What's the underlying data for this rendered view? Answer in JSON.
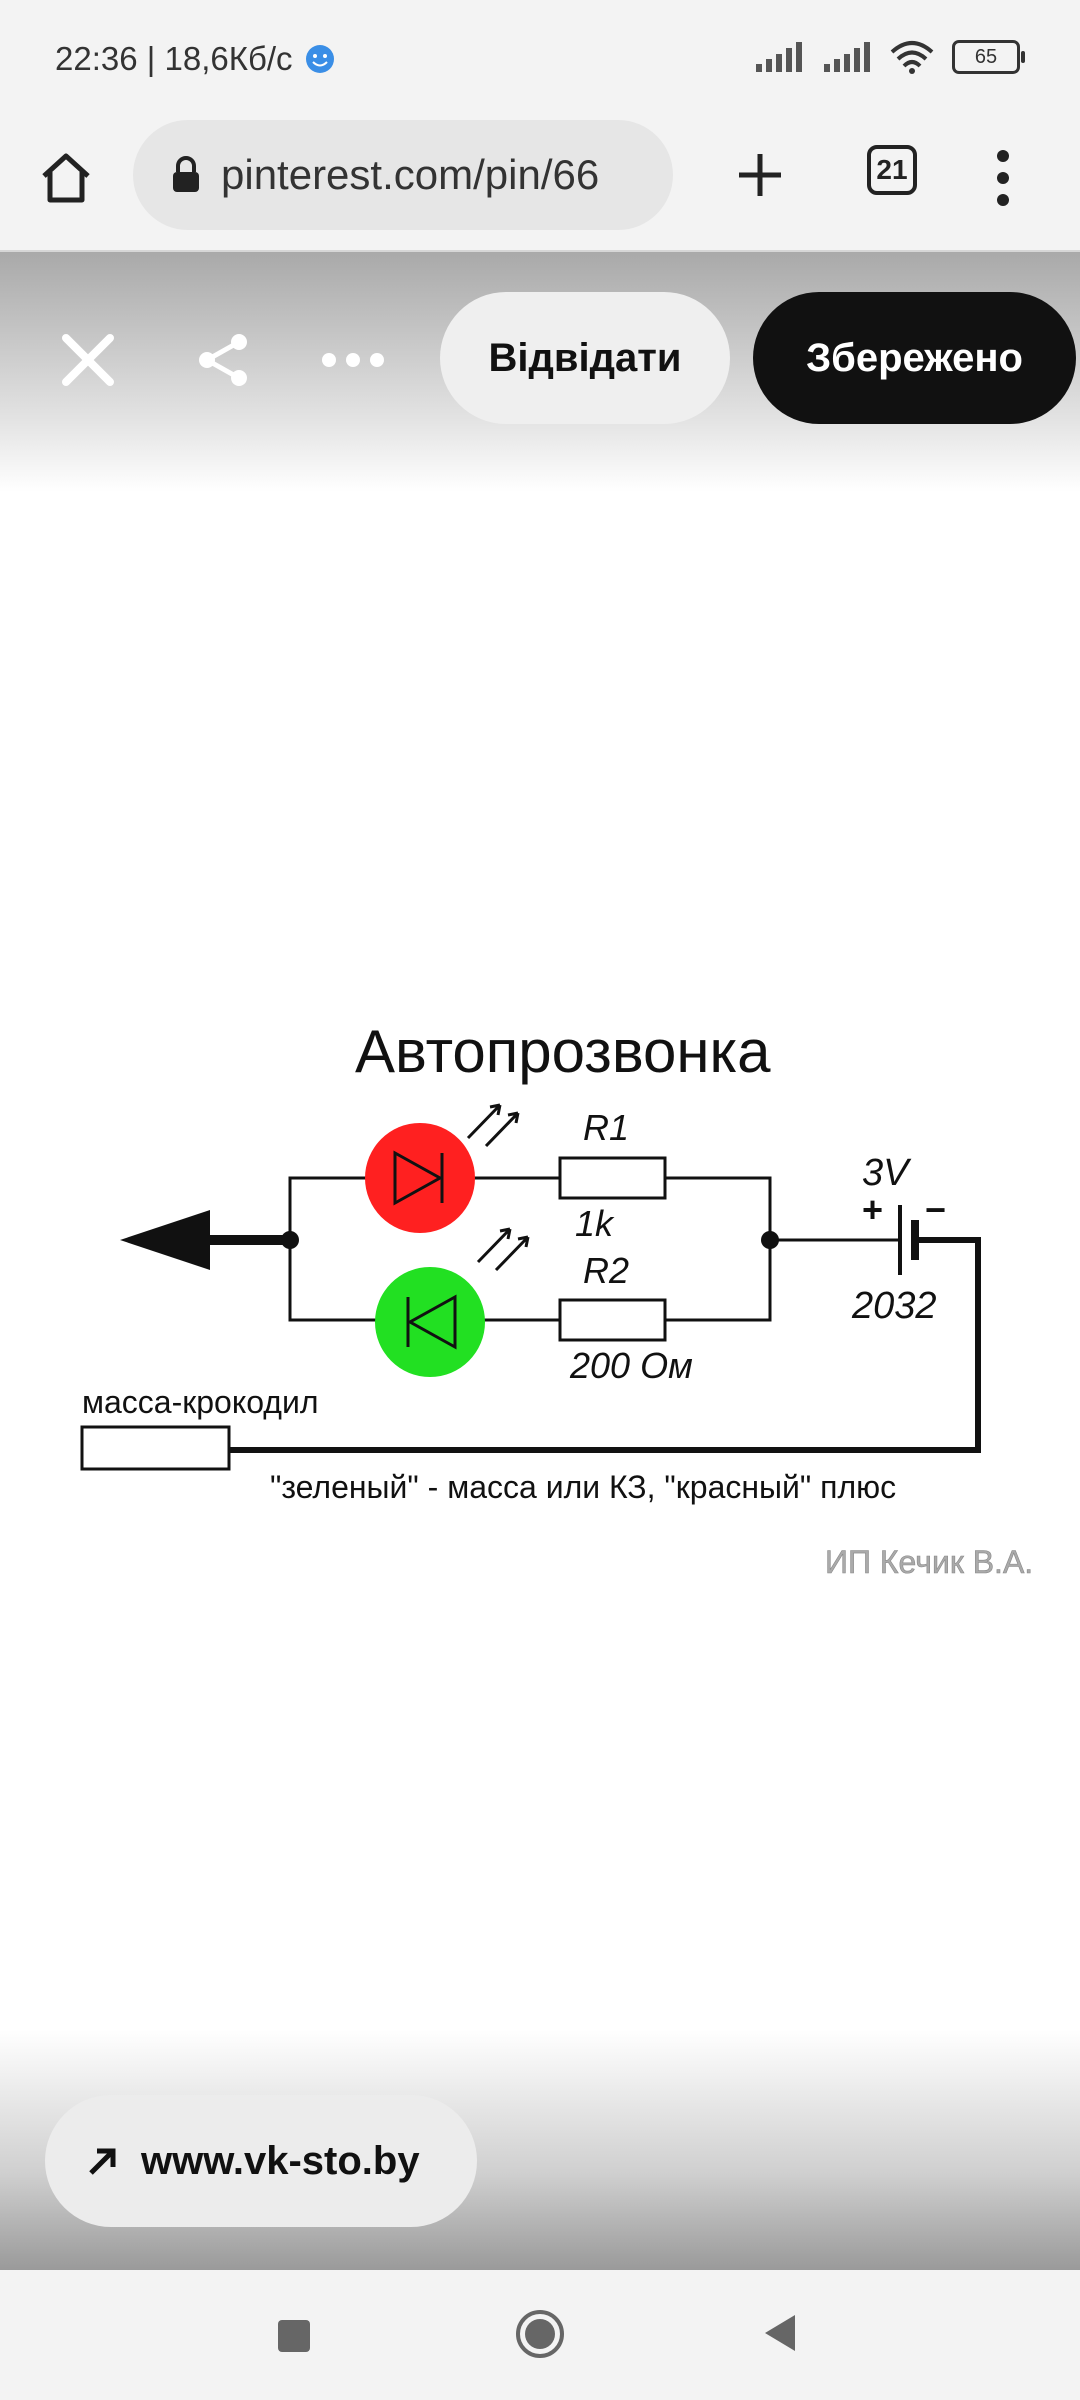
{
  "status_bar": {
    "time_speed": "22:36 | 18,6Кб/с",
    "battery": "65"
  },
  "browser": {
    "url": "pinterest.com/pin/66",
    "tab_count": "21"
  },
  "pin": {
    "visit_label": "Відвідати",
    "saved_label": "Збережено",
    "source_link": "www.vk-sto.by"
  },
  "diagram": {
    "title": "Автопрозвонка",
    "r1_label": "R1",
    "r1_value": "1k",
    "r2_label": "R2",
    "r2_value": "200 Ом",
    "battery_voltage": "3V",
    "battery_type": "2032",
    "plus": "+",
    "minus": "−",
    "clamp_label": "масса-крокодил",
    "caption": "\"зеленый\" - масса или КЗ, \"красный\" плюс",
    "watermark": "ИП Кечик В.А."
  },
  "colors": {
    "red_led": "#ff2020",
    "green_led": "#22e022",
    "saved_bg": "#111111"
  }
}
